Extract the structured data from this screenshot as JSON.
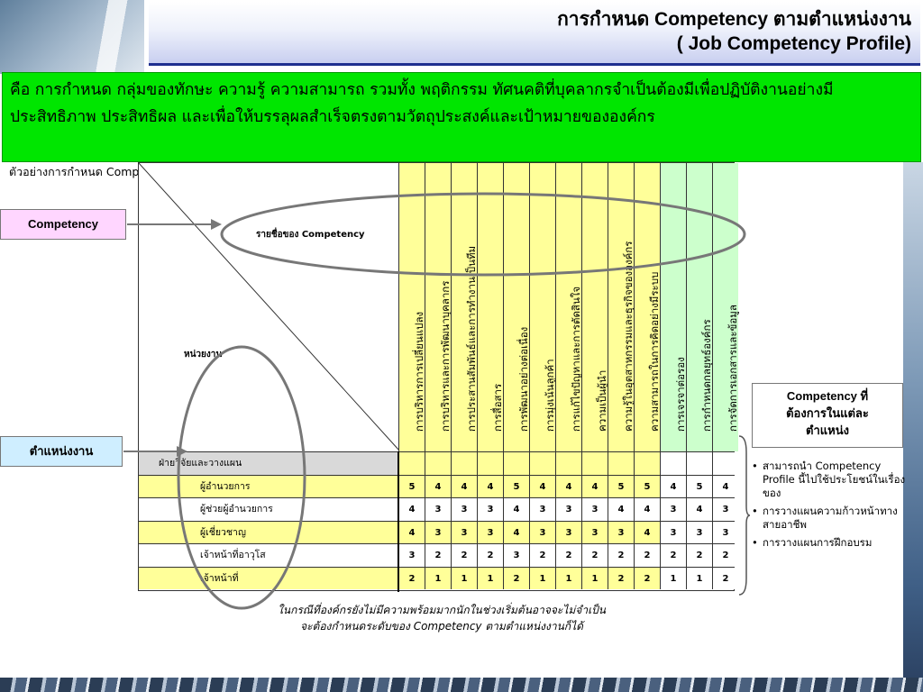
{
  "title": {
    "line1": "การกำหนด Competency ตามตำแหน่งงาน",
    "line2": "( Job Competency Profile)"
  },
  "definition": "คือ การกำหนด กลุ่มของทักษะ ความรู้ ความสามารถ รวมทั้ง พฤติกรรม ทัศนคติที่บุคลากรจำเป็นต้องมีเพื่อปฏิบัติงานอย่างมีประสิทธิภาพ ประสิทธิผล และเพื่อให้บรรลุผลสำเร็จตรงตามวัตถุประสงค์และเป้าหมายขององค์กร",
  "example_caption": "ตัวอย่างการกำหนด Competency (Proficiency Level) ที่ต้องการของแต่ละตำแหน่ง",
  "tags": {
    "competency": "Competency",
    "position": "ตำแหน่งงาน"
  },
  "table": {
    "list_title": "รายชื่อของ Competency",
    "unit_label": "หน่วยงาน",
    "group_label": "ฝ่ายวิจัยและวางแผน",
    "competencies": [
      "การบริหารการเปลี่ยนแปลง",
      "การบริหารและการพัฒนาบุคลากร",
      "การประสานสัมพันธ์และการทำงานเป็นทีม",
      "การสื่อสาร",
      "การพัฒนาอย่างต่อเนื่อง",
      "การมุ่งเน้นลูกค้า",
      "การแก้ไขปัญหาและการตัดสินใจ",
      "ความเป็นผู้นำ",
      "ความรู้ในอุตสาหกรรมและธุรกิจขององค์กร",
      "ความสามารถในการคิดอย่างมีระบบ",
      "การเจรจาต่อรอง",
      "การกำหนดกลยุทธ์องค์กร",
      "การจัดการเอกสารและข้อมูล"
    ],
    "rows": [
      {
        "position": "ผู้อำนวยการ",
        "levels": [
          "5",
          "4",
          "4",
          "4",
          "5",
          "4",
          "4",
          "4",
          "5",
          "5",
          "4",
          "5",
          "4"
        ]
      },
      {
        "position": "ผู้ช่วยผู้อำนวยการ",
        "levels": [
          "4",
          "3",
          "3",
          "3",
          "4",
          "3",
          "3",
          "3",
          "4",
          "4",
          "3",
          "4",
          "3"
        ]
      },
      {
        "position": "ผู้เชี่ยวชาญ",
        "levels": [
          "4",
          "3",
          "3",
          "3",
          "4",
          "3",
          "3",
          "3",
          "3",
          "4",
          "3",
          "3",
          "3"
        ]
      },
      {
        "position": "เจ้าหน้าที่อาวุโส",
        "levels": [
          "3",
          "2",
          "2",
          "2",
          "3",
          "2",
          "2",
          "2",
          "2",
          "2",
          "2",
          "2",
          "2"
        ]
      },
      {
        "position": "เจ้าหน้าที่",
        "levels": [
          "2",
          "1",
          "1",
          "1",
          "2",
          "1",
          "1",
          "1",
          "2",
          "2",
          "1",
          "1",
          "2"
        ]
      }
    ]
  },
  "side_box": {
    "line1": "Competency ที่",
    "line2": "ต้องการในแต่ละ",
    "line3": "ตำแหน่ง"
  },
  "bullets": [
    "สามารถนำ Competency Profile นี้ไปใช้ประโยชน์ในเรื่องของ",
    "การวางแผนความก้าวหน้าทางสายอาชีพ",
    "การวางแผนการฝึกอบรม"
  ],
  "footnote": {
    "line1": "ในกรณีที่องค์กรยังไม่มีความพร้อมมากนักในช่วงเริ่มต้นอาจจะไม่จำเป็น",
    "line2": "จะต้องกำหนดระดับของ Competency ตามตำแหน่งงานก็ได้"
  },
  "colors": {
    "definition_bg": "#00e600",
    "competency_tag": "#ffd6ff",
    "position_tag": "#cfeeff",
    "header_yellow": "#ffff99",
    "header_green": "#ccffcc",
    "row_yellow": "#ffff99",
    "group_gray": "#d9d9d9"
  }
}
